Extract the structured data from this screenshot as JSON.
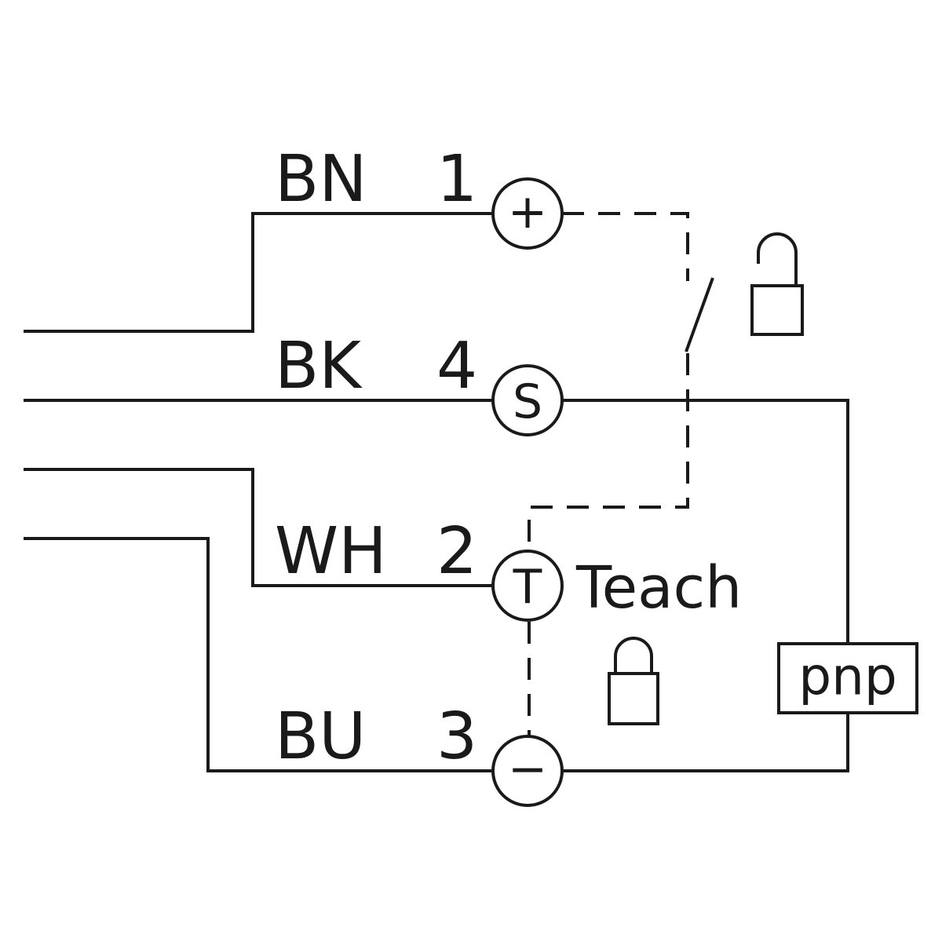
{
  "wires": [
    {
      "color_code": "BN",
      "pin": "1",
      "symbol": "+",
      "function": "supply-positive"
    },
    {
      "color_code": "BK",
      "pin": "4",
      "symbol": "S",
      "function": "switching-output"
    },
    {
      "color_code": "WH",
      "pin": "2",
      "symbol": "T",
      "function": "teach-input"
    },
    {
      "color_code": "BU",
      "pin": "3",
      "symbol": "−",
      "function": "supply-negative"
    }
  ],
  "teach_label": "Teach",
  "output_type_label": "pnp",
  "icons": {
    "unlocked": "unlocked-padlock-icon",
    "locked": "locked-padlock-icon",
    "switch": "normally-open-switch-icon"
  },
  "colors": {
    "line": "#1a1a1a",
    "background": "#ffffff"
  }
}
